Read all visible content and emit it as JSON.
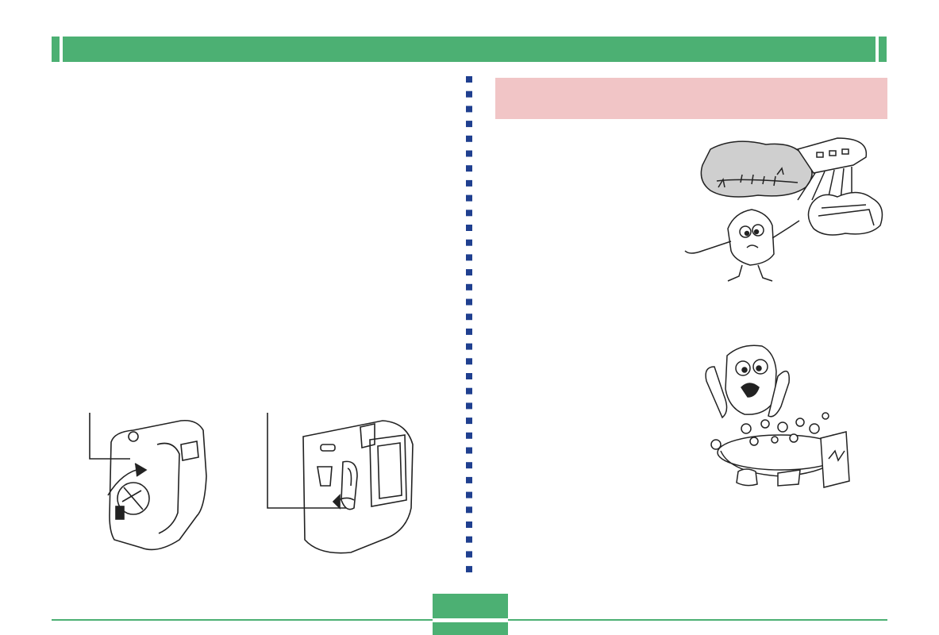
{
  "header": {
    "title": ""
  },
  "sidebar_section": {
    "title": ""
  },
  "footer": {
    "page_number": ""
  },
  "colors": {
    "accent_green": "#4cb073",
    "pink_box": "#f1c5c6",
    "divider_blue": "#1f3f8f"
  },
  "illustrations": [
    {
      "name": "camera-left-illustration"
    },
    {
      "name": "camera-right-illustration"
    },
    {
      "name": "camera-character-thinking-illustration"
    },
    {
      "name": "camera-character-washing-illustration"
    }
  ]
}
